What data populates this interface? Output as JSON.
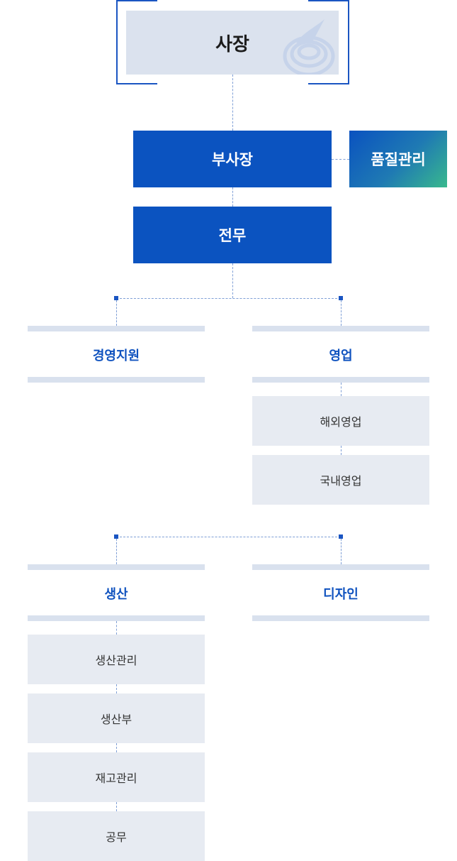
{
  "ceo": {
    "label": "사장"
  },
  "vice_president": {
    "label": "부사장"
  },
  "quality": {
    "label": "품질관리"
  },
  "director": {
    "label": "전무"
  },
  "departments": {
    "management_support": {
      "label": "경영지원"
    },
    "sales": {
      "label": "영업",
      "teams": [
        "해외영업",
        "국내영업"
      ]
    },
    "production": {
      "label": "생산",
      "teams": [
        "생산관리",
        "생산부",
        "재고관리",
        "공무"
      ]
    },
    "design": {
      "label": "디자인"
    }
  },
  "colors": {
    "primary_blue": "#0b53c0",
    "dept_text_blue": "#0f52bf",
    "light_panel": "#dbe2ee",
    "sub_box": "#e7ebf2",
    "gradient_end_green": "#39b98d"
  }
}
